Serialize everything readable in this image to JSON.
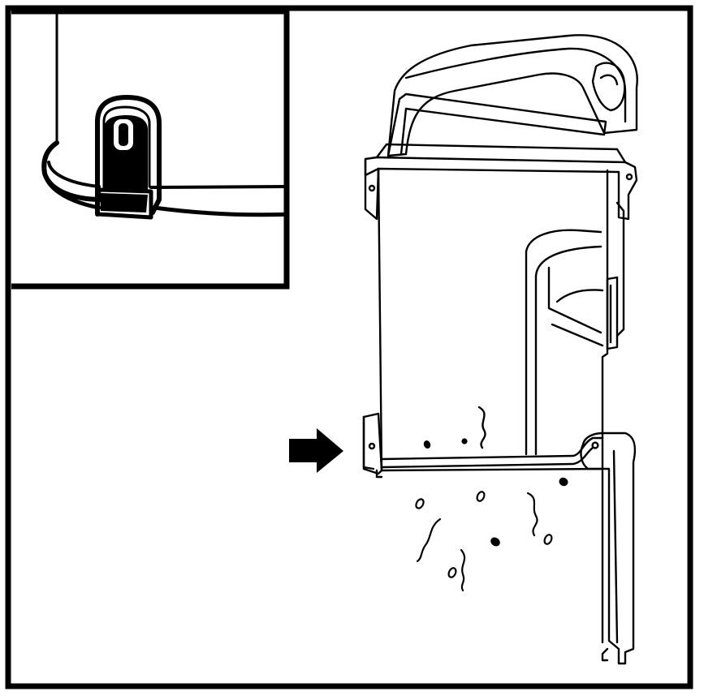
{
  "figure": {
    "kind": "instruction-illustration",
    "subject": "dust-cup-empty",
    "colors": {
      "ink": "#000000",
      "paper": "#ffffff"
    },
    "parts": {
      "inset": {
        "name": "latch-close-up"
      },
      "main": {
        "name": "dust-cup-side-view",
        "state": "bottom-door-open"
      },
      "arrow": {
        "name": "push-latch-arrow",
        "direction": "right"
      },
      "debris": {
        "name": "falling-debris"
      }
    }
  }
}
